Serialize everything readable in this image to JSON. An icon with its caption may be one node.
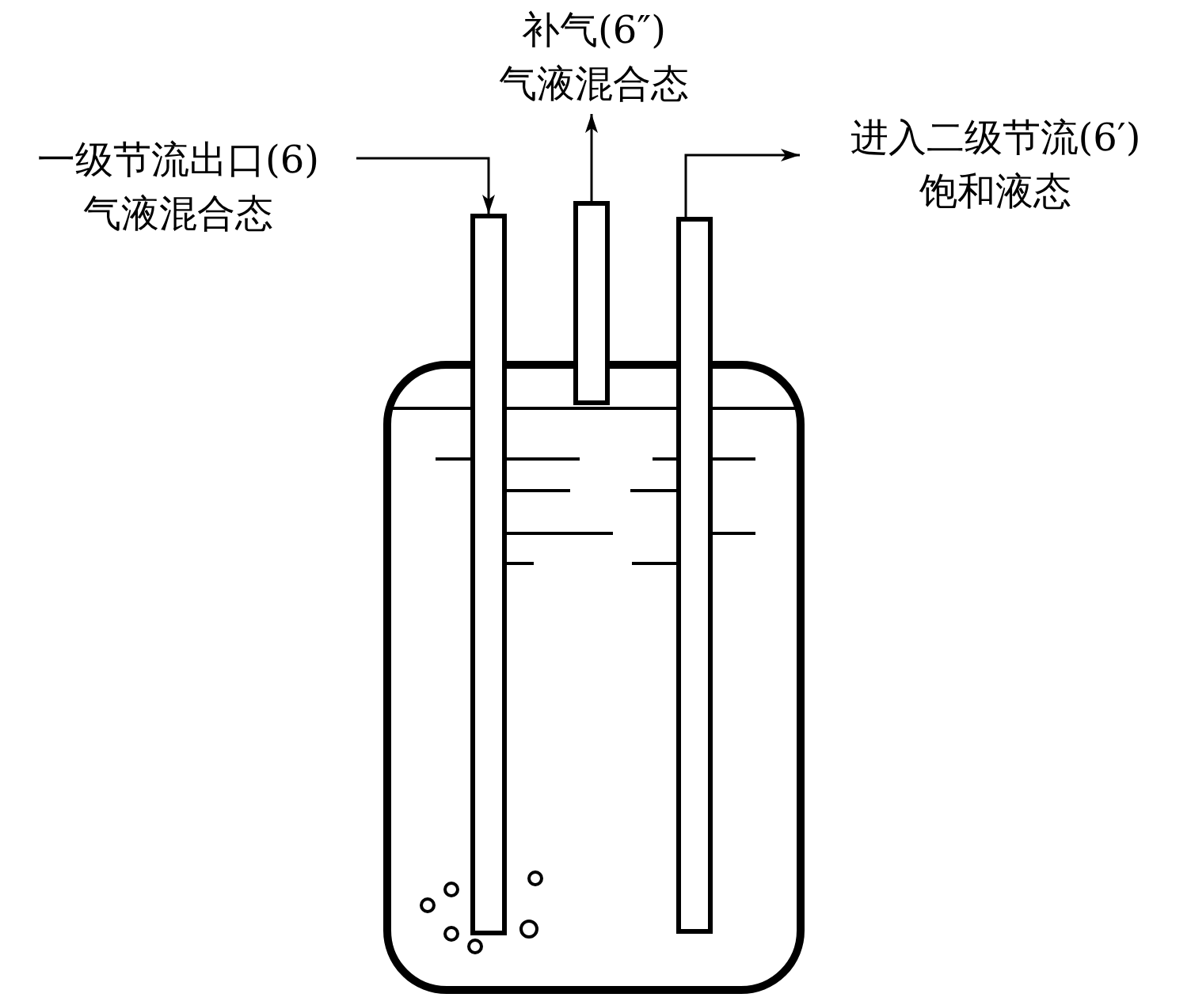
{
  "diagram": {
    "nodes": [
      {
        "text": [
          "一级节流出口(6)",
          "气液混合态"
        ]
      },
      {
        "text": [
          "补气(6″)",
          "气液混合态"
        ]
      },
      {
        "text": [
          "进入二级节流(6′)",
          "饱和液态"
        ]
      },
      {
        "text": [],
        "shape": "bar"
      },
      {
        "text": [],
        "shape": "bar"
      },
      {
        "text": [],
        "shape": "bar"
      },
      {
        "text": [],
        "shape": "box"
      }
    ],
    "edges": [
      {
        "from": 0,
        "to": 3,
        "arrow": "to"
      },
      {
        "from": 4,
        "to": 1,
        "arrow": "to"
      },
      {
        "from": 5,
        "to": 2,
        "arrow": "to"
      }
    ]
  }
}
